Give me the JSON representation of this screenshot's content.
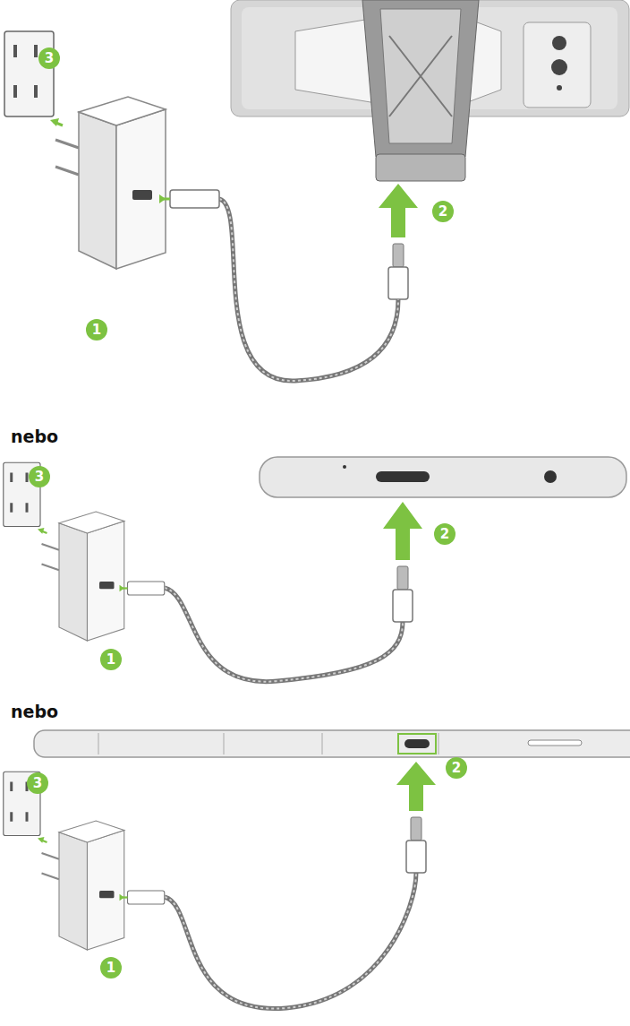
{
  "diagram": {
    "labels": [
      "3",
      "2",
      "1",
      "nebo",
      "3",
      "2",
      "1",
      "nebo",
      "2",
      "3",
      "1"
    ]
  }
}
